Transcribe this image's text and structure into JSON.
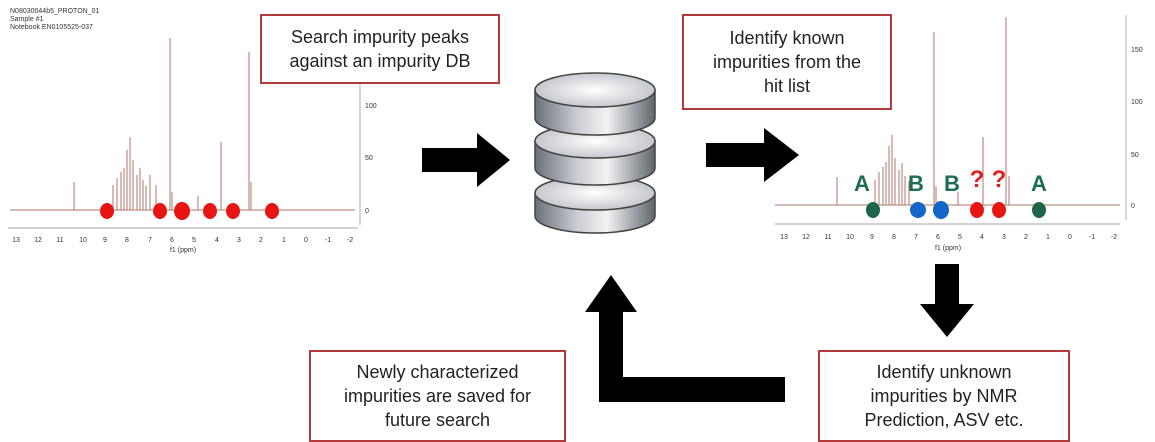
{
  "boxes": {
    "search": [
      "Search impurity peaks",
      "against an impurity DB"
    ],
    "identify_known": [
      "Identify known",
      "impurities from the",
      "hit list"
    ],
    "newly": [
      "Newly characterized",
      "impurities are saved for",
      "future search"
    ],
    "identify_unknown": [
      "Identify unknown",
      "impurities by NMR",
      "Prediction, ASV etc."
    ]
  },
  "spectrum_left": {
    "header": [
      "N08030044b5_PROTON_01",
      "Sample #1",
      "Notebook EN0105525-037"
    ],
    "xticks": [
      "13",
      "12",
      "11",
      "10",
      "9",
      "8",
      "7",
      "6",
      "5",
      "4",
      "3",
      "2",
      "1",
      "0",
      "-1",
      "-2"
    ],
    "xlabel": "f1 (ppm)",
    "yticks": [
      "100",
      "50",
      "0"
    ]
  },
  "spectrum_right": {
    "xticks": [
      "13",
      "12",
      "11",
      "10",
      "9",
      "8",
      "7",
      "6",
      "5",
      "4",
      "3",
      "2",
      "1",
      "0",
      "-1",
      "-2"
    ],
    "xlabel": "f1 (ppm)",
    "yticks": [
      "150",
      "100",
      "50",
      "0"
    ],
    "labels": [
      {
        "text": "A",
        "color": "#1e6e4e"
      },
      {
        "text": "B",
        "color": "#1e6e4e"
      },
      {
        "text": "B",
        "color": "#1e6e4e"
      },
      {
        "text": "?",
        "color": "#e02020"
      },
      {
        "text": "?",
        "color": "#e02020"
      },
      {
        "text": "A",
        "color": "#1e6e4e"
      }
    ]
  },
  "colors": {
    "box_border": "#b23a3a",
    "peak": "#b0766a",
    "red_dot": "#e81515",
    "blue_dot": "#1565c8",
    "green_dot": "#1e6448",
    "arrow": "#000000"
  }
}
